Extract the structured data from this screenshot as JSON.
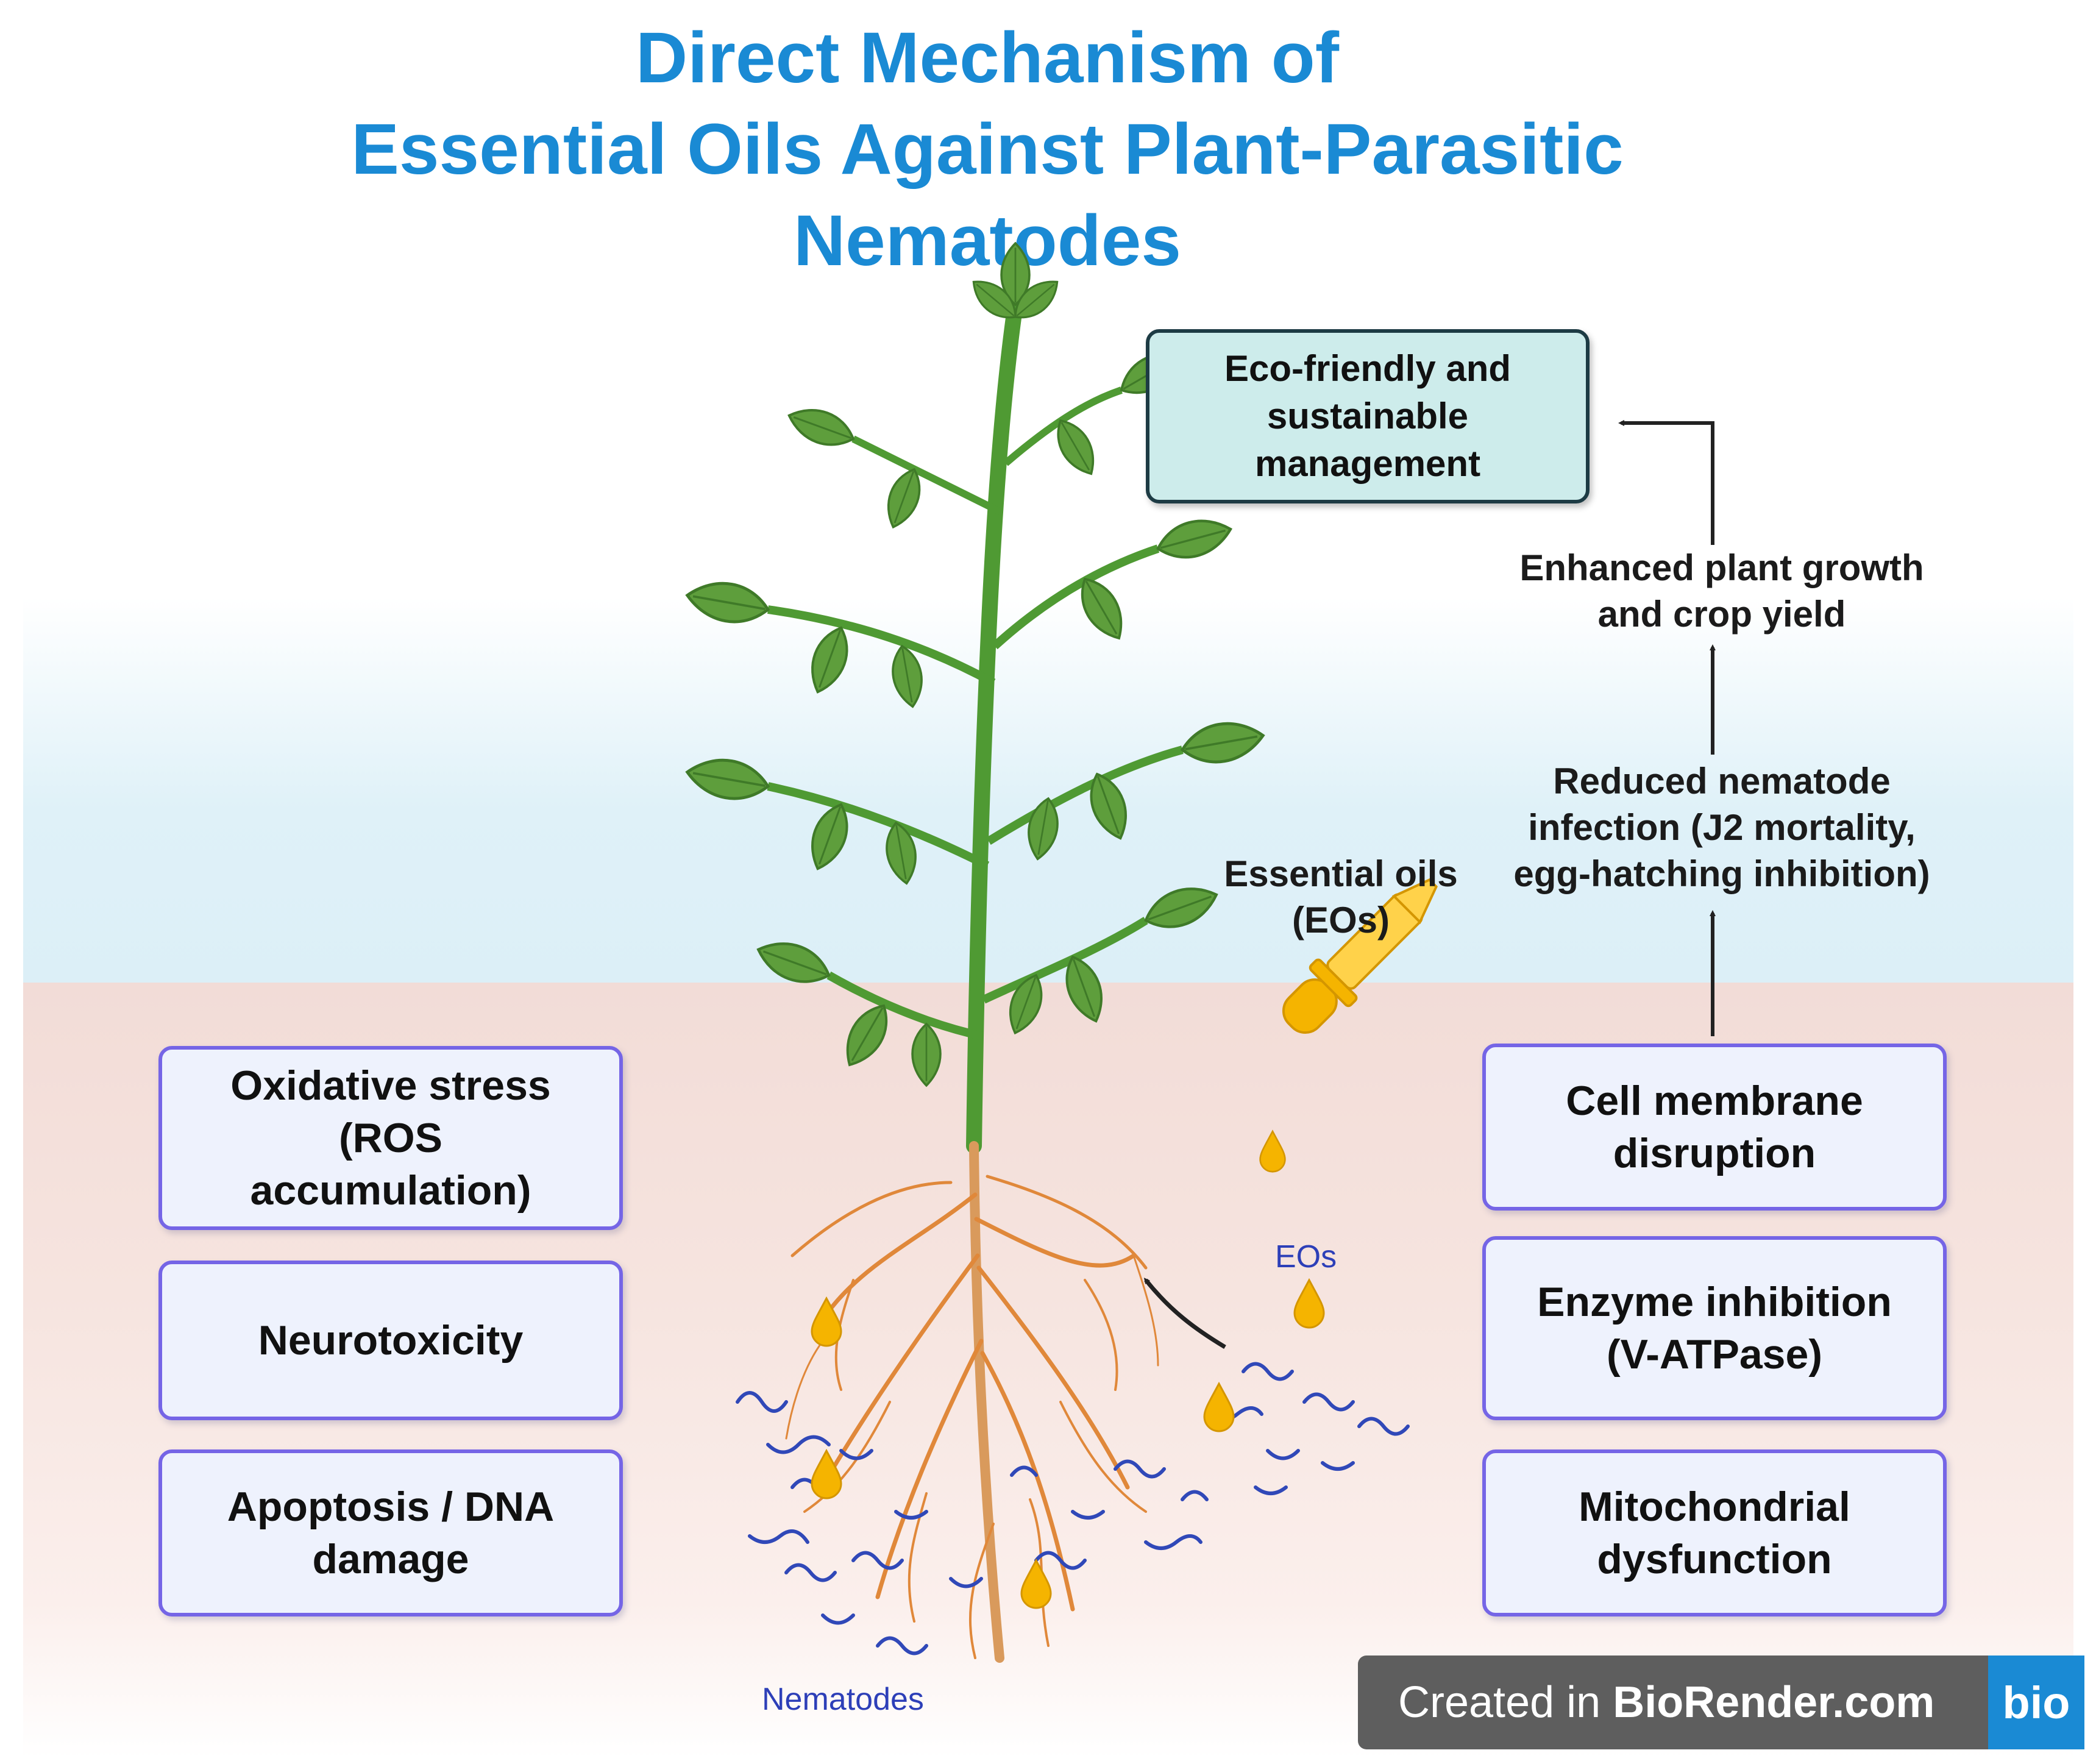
{
  "title": {
    "line1": "Direct Mechanism of",
    "line2": "Essential Oils Against Plant-Parasitic",
    "line3": "Nematodes"
  },
  "left_boxes": [
    "Oxidative stress\n(ROS\naccumulation)",
    "Neurotoxicity",
    "Apoptosis / DNA\ndamage"
  ],
  "right_boxes": [
    "Cell membrane\ndisruption",
    "Enzyme inhibition\n(V-ATPase)",
    "Mitochondrial\ndysfunction"
  ],
  "outcome_box": "Eco-friendly and\nsustainable\nmanagement",
  "labels": {
    "essential_oils_line1": "Essential oils",
    "essential_oils_line2": "(EOs)",
    "reduced_line1": "Reduced nematode",
    "reduced_line2": "infection (J2 mortality,",
    "reduced_line3": "egg-hatching inhibition)",
    "growth_line1": "Enhanced plant growth",
    "growth_line2": "and crop yield",
    "eos_small": "EOs",
    "nematodes": "Nematodes"
  },
  "badge": {
    "prefix": "Created in",
    "brand": "BioRender.com",
    "logo": "bio"
  },
  "colors": {
    "title": "#1a8ad4",
    "box_border": "#7565e6",
    "box_fill": "#eef2fd",
    "outcome_fill": "#cdeceb",
    "leaf": "#5e9e3c",
    "root": "#e0883a",
    "oil": "#f5b400",
    "nematode": "#3048b8"
  },
  "icons": [
    "tomato-plant-icon",
    "dropper-icon",
    "oil-droplet-icon",
    "nematode-icon",
    "arrow-icon"
  ]
}
